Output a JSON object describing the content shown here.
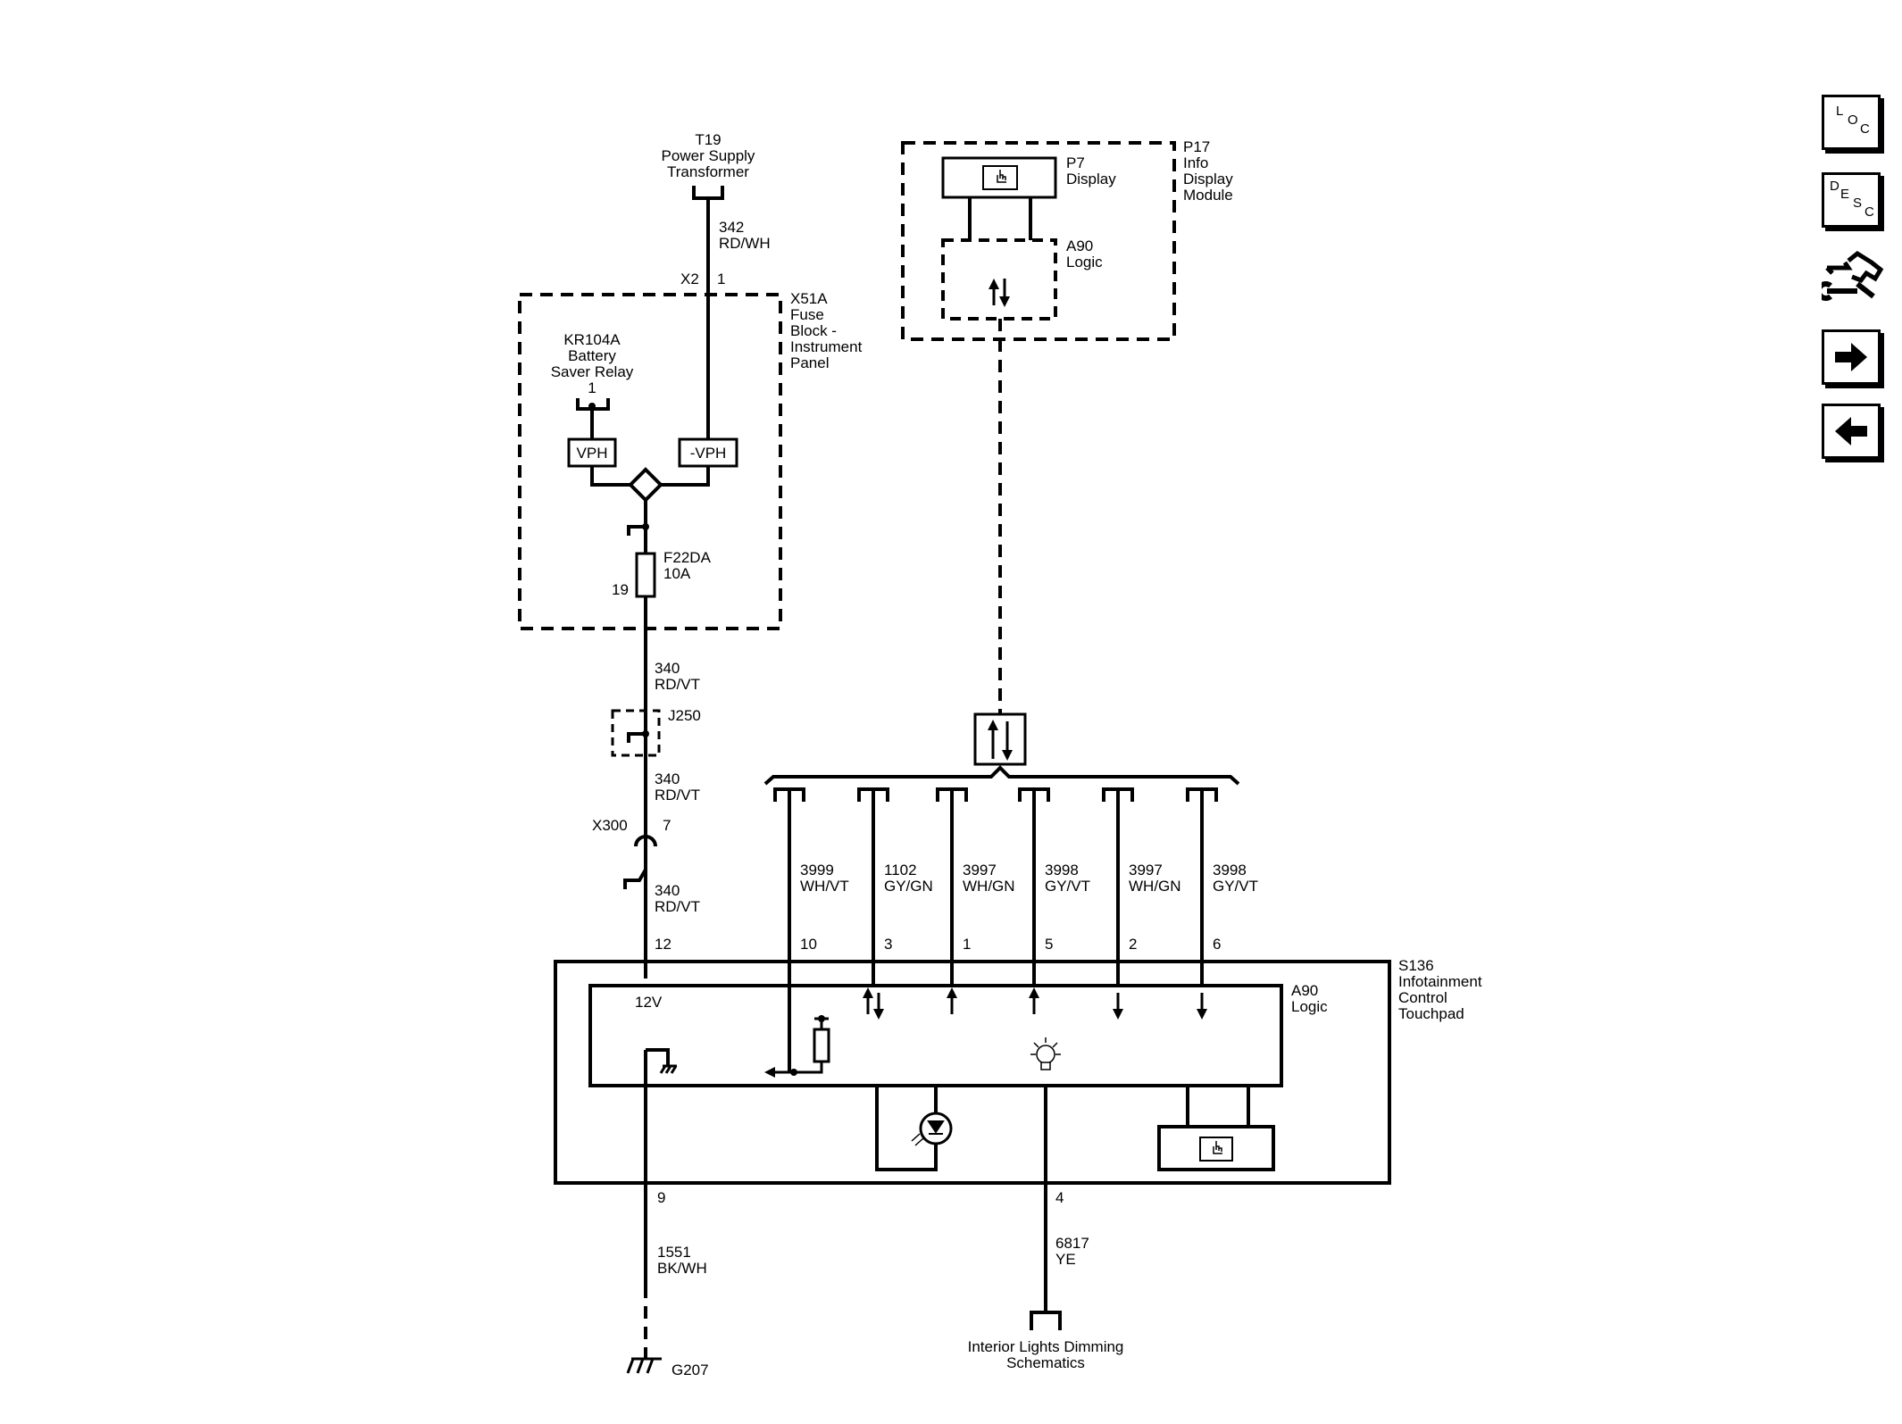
{
  "t19": {
    "id": "T19",
    "l1": "Power Supply",
    "l2": "Transformer"
  },
  "w342": {
    "num": "342",
    "color": "RD/WH"
  },
  "x2": {
    "conn": "X2",
    "pin": "1"
  },
  "x51a": {
    "id": "X51A",
    "l1": "Fuse",
    "l2": "Block -",
    "l3": "Instrument",
    "l4": "Panel"
  },
  "kr104a": {
    "id": "KR104A",
    "l1": "Battery",
    "l2": "Saver Relay",
    "pin": "1"
  },
  "vph": "VPH",
  "neg_vph": "-VPH",
  "fuse": {
    "id": "F22DA",
    "rating": "10A",
    "pin": "19"
  },
  "w340a": {
    "num": "340",
    "color": "RD/VT"
  },
  "j250": "J250",
  "w340b": {
    "num": "340",
    "color": "RD/VT"
  },
  "x300": {
    "conn": "X300",
    "pin": "7"
  },
  "w340c": {
    "num": "340",
    "color": "RD/VT"
  },
  "p17": {
    "id": "P17",
    "l1": "Info",
    "l2": "Display",
    "l3": "Module"
  },
  "p7": {
    "id": "P7",
    "l1": "Display"
  },
  "a90_top": {
    "id": "A90",
    "l1": "Logic"
  },
  "wires": [
    {
      "num": "3999",
      "color": "WH/VT",
      "pin": "10"
    },
    {
      "num": "1102",
      "color": "GY/GN",
      "pin": "3"
    },
    {
      "num": "3997",
      "color": "WH/GN",
      "pin": "1"
    },
    {
      "num": "3998",
      "color": "GY/VT",
      "pin": "5"
    },
    {
      "num": "3997",
      "color": "WH/GN",
      "pin": "2"
    },
    {
      "num": "3998",
      "color": "GY/VT",
      "pin": "6"
    }
  ],
  "pin12": "12",
  "v12": "12V",
  "s136": {
    "id": "S136",
    "l1": "Infotainment",
    "l2": "Control",
    "l3": "Touchpad"
  },
  "a90_bot": {
    "id": "A90",
    "l1": "Logic"
  },
  "pin9": "9",
  "w1551": {
    "num": "1551",
    "color": "BK/WH"
  },
  "g207": "G207",
  "pin4": "4",
  "w6817": {
    "num": "6817",
    "color": "YE"
  },
  "dimming": {
    "l1": "Interior Lights Dimming",
    "l2": "Schematics"
  },
  "nav": {
    "loc": [
      "L",
      "O",
      "C"
    ],
    "desc": [
      "D",
      "E",
      "S",
      "C"
    ],
    "icons": [
      "connector-wrench-icon",
      "arrow-right-icon",
      "arrow-left-icon"
    ]
  }
}
